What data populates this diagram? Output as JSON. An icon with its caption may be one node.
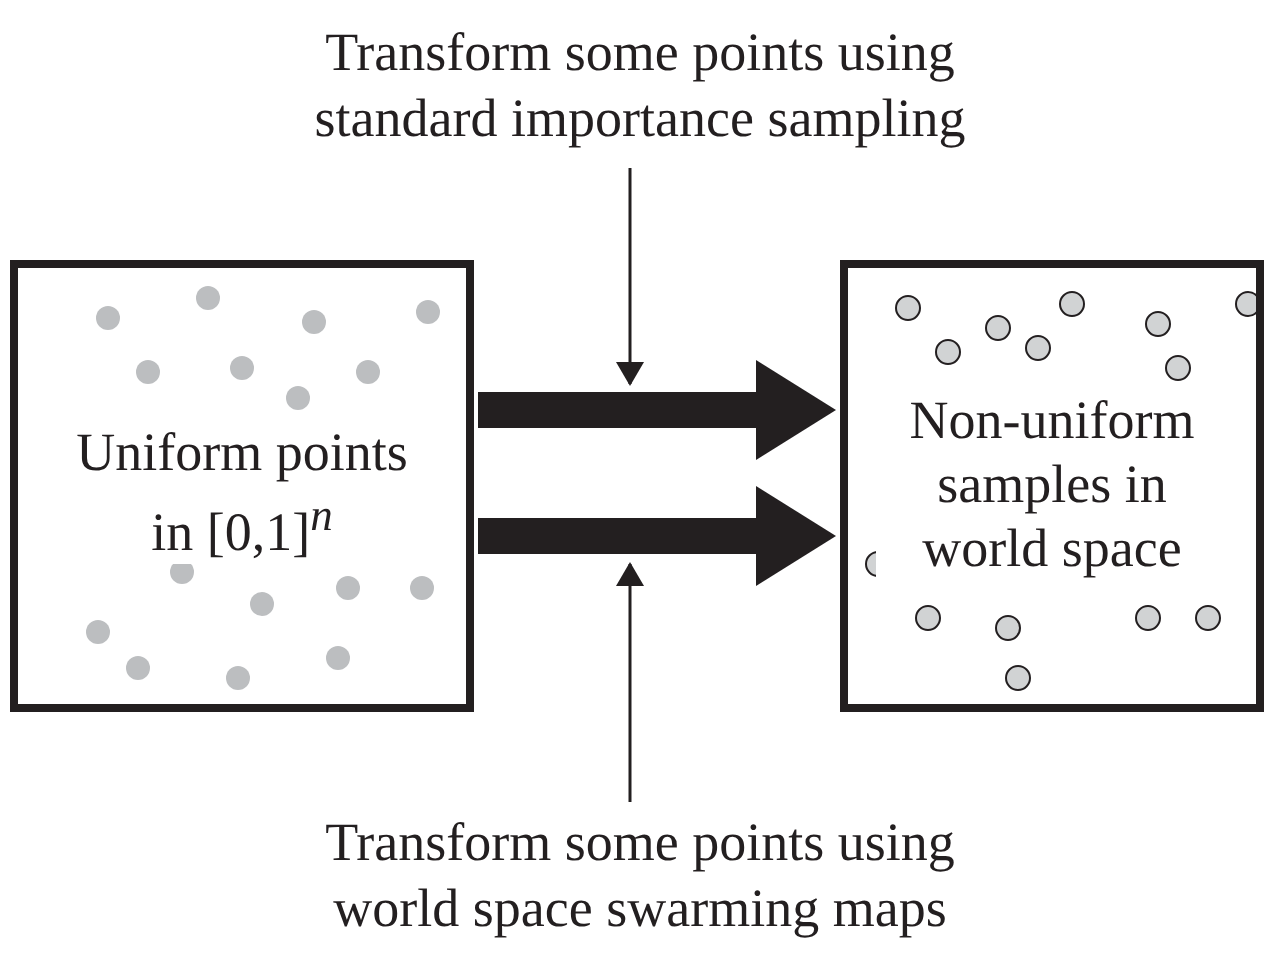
{
  "diagram": {
    "nodes": [
      {
        "text": [
          "Uniform points in [0,1]$^{n}$"
        ]
      },
      {
        "text": [
          "Non-uniform samples in world space"
        ]
      },
      {
        "text": [
          "Transform some points using standard importance sampling"
        ]
      },
      {
        "text": [
          "Transform some points using world space swarming maps"
        ]
      }
    ],
    "edges": [
      {
        "from": 0,
        "to": 1,
        "arrow": "to",
        "style": "thick"
      },
      {
        "from": 0,
        "to": 1,
        "arrow": "to",
        "style": "thick"
      },
      {
        "from": 2,
        "to": null,
        "arrow": "to"
      },
      {
        "from": 3,
        "to": null,
        "arrow": "to"
      }
    ]
  }
}
